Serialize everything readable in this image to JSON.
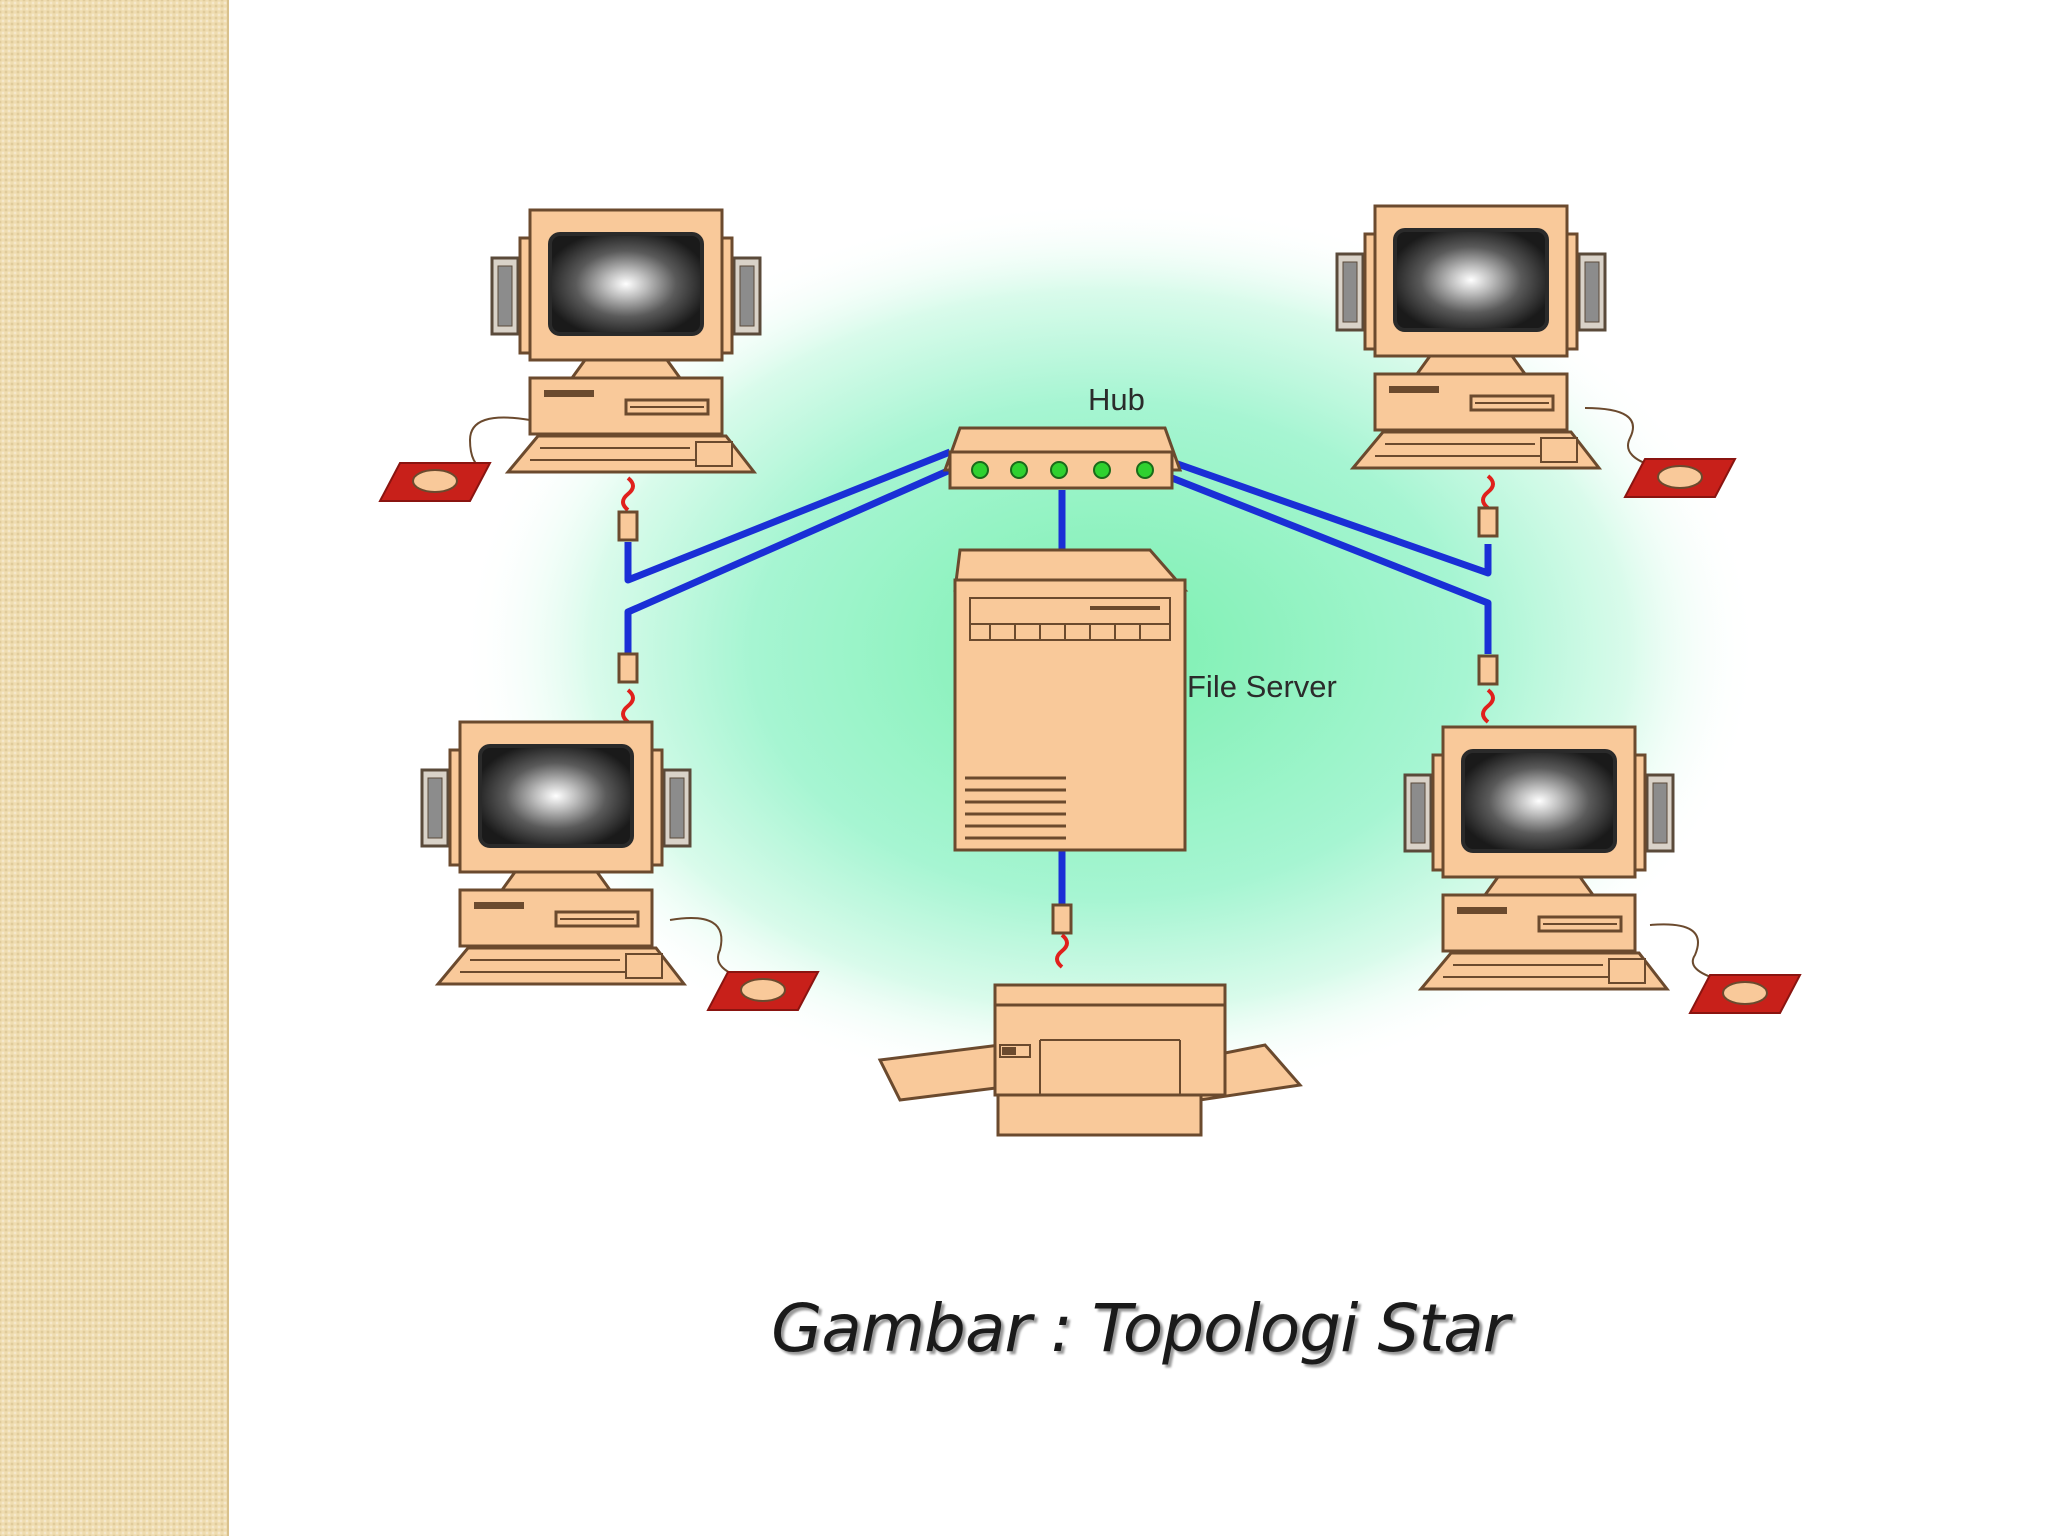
{
  "diagram": {
    "hub_label": "Hub",
    "server_label": "File Server",
    "caption": "Gambar : Topologi Star"
  },
  "colors": {
    "cable": "#1a2fd6",
    "device_body": "#f9c99a",
    "device_outline": "#6b4a2e",
    "link_red": "#e0201c",
    "hub_led": "#2fd12f",
    "glow": "#7ff0b8",
    "side_band": "#efdcb0"
  },
  "nodes": [
    {
      "name": "computer-top-left",
      "type": "computer"
    },
    {
      "name": "computer-top-right",
      "type": "computer"
    },
    {
      "name": "computer-bottom-left",
      "type": "computer"
    },
    {
      "name": "computer-bottom-right",
      "type": "computer"
    },
    {
      "name": "file-server",
      "type": "server"
    },
    {
      "name": "hub",
      "type": "hub"
    },
    {
      "name": "printer",
      "type": "printer"
    }
  ]
}
